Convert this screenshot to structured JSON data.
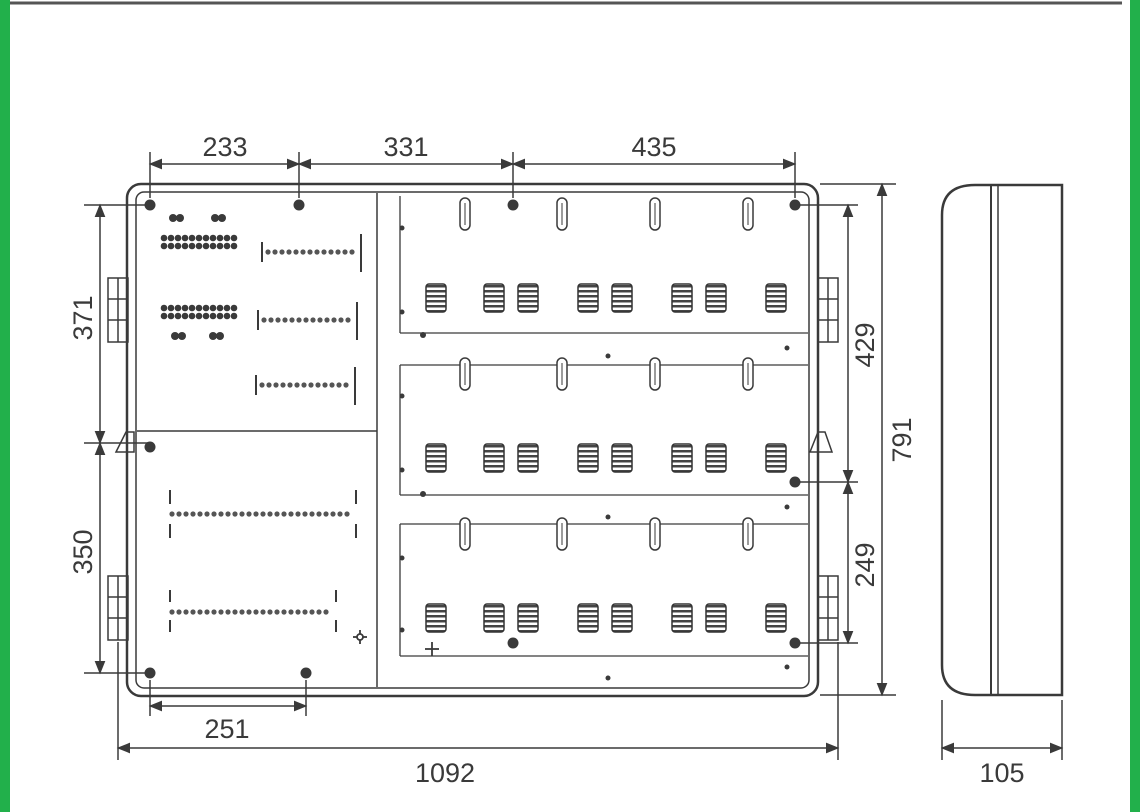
{
  "colors": {
    "border": "#22b04b",
    "background": "#ffffff",
    "line": "#3a3a3a",
    "text": "#3a3a3a"
  },
  "dimensions": {
    "top_left_spacing": "233",
    "top_middle_spacing": "331",
    "top_right_spacing": "435",
    "left_upper_height": "371",
    "left_lower_height": "350",
    "bottom_left_spacing": "251",
    "overall_width": "1092",
    "right_upper_height": "429",
    "right_lower_height": "249",
    "overall_height": "791",
    "side_depth": "105"
  }
}
